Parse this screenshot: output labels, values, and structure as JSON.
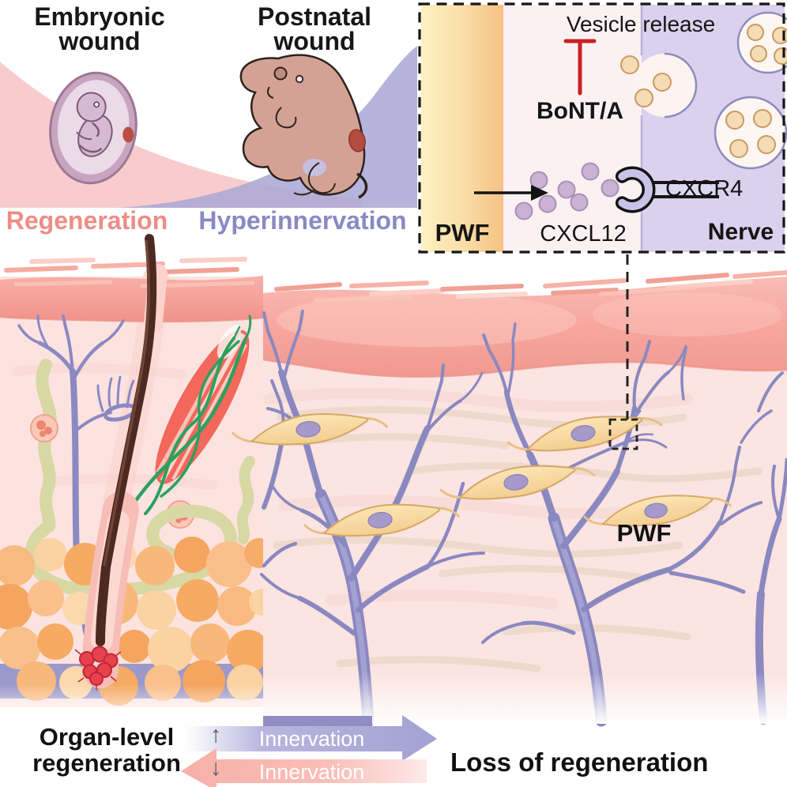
{
  "header": {
    "embryonic_title": "Embryonic wound",
    "postnatal_title": "Postnatal wound",
    "regeneration_label": "Regeneration",
    "hyperinnervation_label": "Hyperinnervation"
  },
  "inset": {
    "vesicle_release_label": "Vesicle release",
    "bonta_label": "BoNT/A",
    "pwf_label": "PWF",
    "cxcl12_label": "CXCL12",
    "cxcr4_label": "CXCR4",
    "nerve_label": "Nerve"
  },
  "wound_panel": {
    "pwf_label": "PWF"
  },
  "footer": {
    "organ_level_label": "Organ-level regeneration",
    "innervation_up_label": "Innervation",
    "innervation_down_label": "Innervation",
    "loss_label": "Loss of regeneration",
    "up_arrow_glyph": "↑",
    "down_arrow_glyph": "↓"
  },
  "colors": {
    "regeneration_text": "#ec8d86",
    "hyperinnervation_text": "#8b88c4",
    "regeneration_wedge": "#f7c6c8",
    "hyperinnervation_wedge": "#a9a7d4",
    "nerve_purple": "#8a88c0",
    "inhibition_red": "#c92222",
    "pwf_yellow": "#f5c184",
    "fibroblast_yellow": "#f8d9a0"
  }
}
